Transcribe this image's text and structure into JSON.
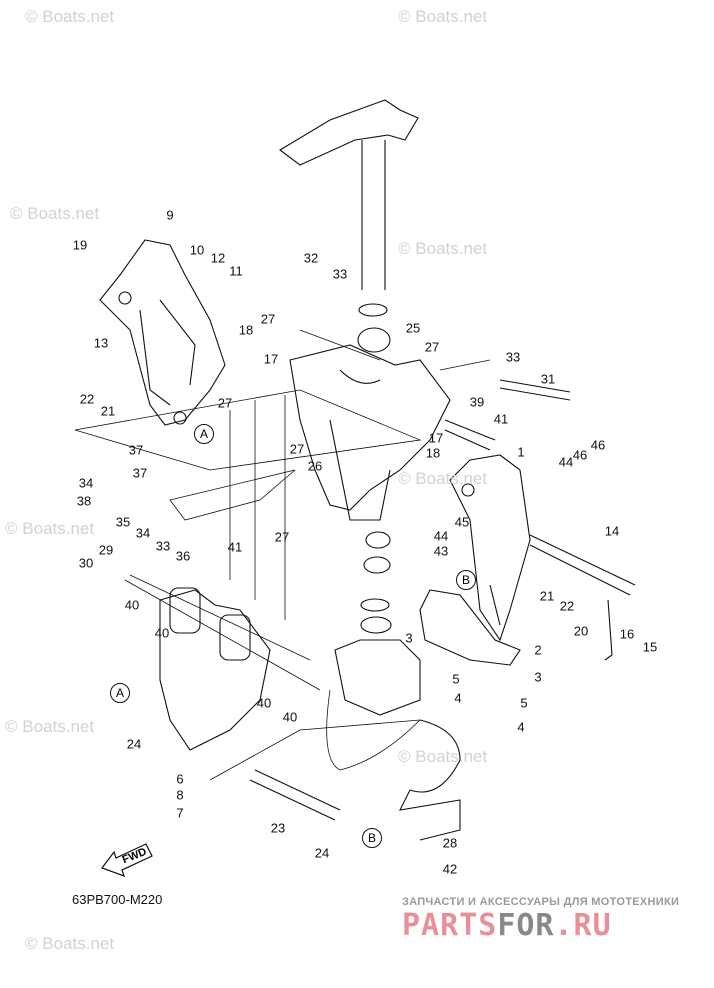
{
  "watermark": "© Boats.net",
  "diagram_code": "63PB700-M220",
  "fwd_label": "FWD",
  "brand": {
    "subtitle": "ЗАПЧАСТИ И АКСЕССУАРЫ ДЛЯ МОТОТЕХНИКИ",
    "part1": "PARTS",
    "part2": "FOR",
    "part3": ".RU",
    "color_red": "#e8909a",
    "color_grey": "#888888"
  },
  "callouts": [
    "9",
    "19",
    "10",
    "12",
    "11",
    "13",
    "18",
    "27",
    "32",
    "33",
    "25",
    "27",
    "33",
    "31",
    "22",
    "21",
    "27",
    "17",
    "39",
    "41",
    "17",
    "18",
    "1",
    "44",
    "46",
    "46",
    "37",
    "37",
    "34",
    "38",
    "35",
    "34",
    "29",
    "30",
    "33",
    "36",
    "27",
    "26",
    "27",
    "41",
    "45",
    "44",
    "43",
    "14",
    "21",
    "22",
    "20",
    "16",
    "15",
    "3",
    "2",
    "5",
    "3",
    "4",
    "5",
    "4",
    "40",
    "40",
    "24",
    "40",
    "40",
    "6",
    "8",
    "7",
    "23",
    "24",
    "28",
    "42"
  ],
  "reference_markers": [
    "A",
    "A",
    "B",
    "B"
  ]
}
